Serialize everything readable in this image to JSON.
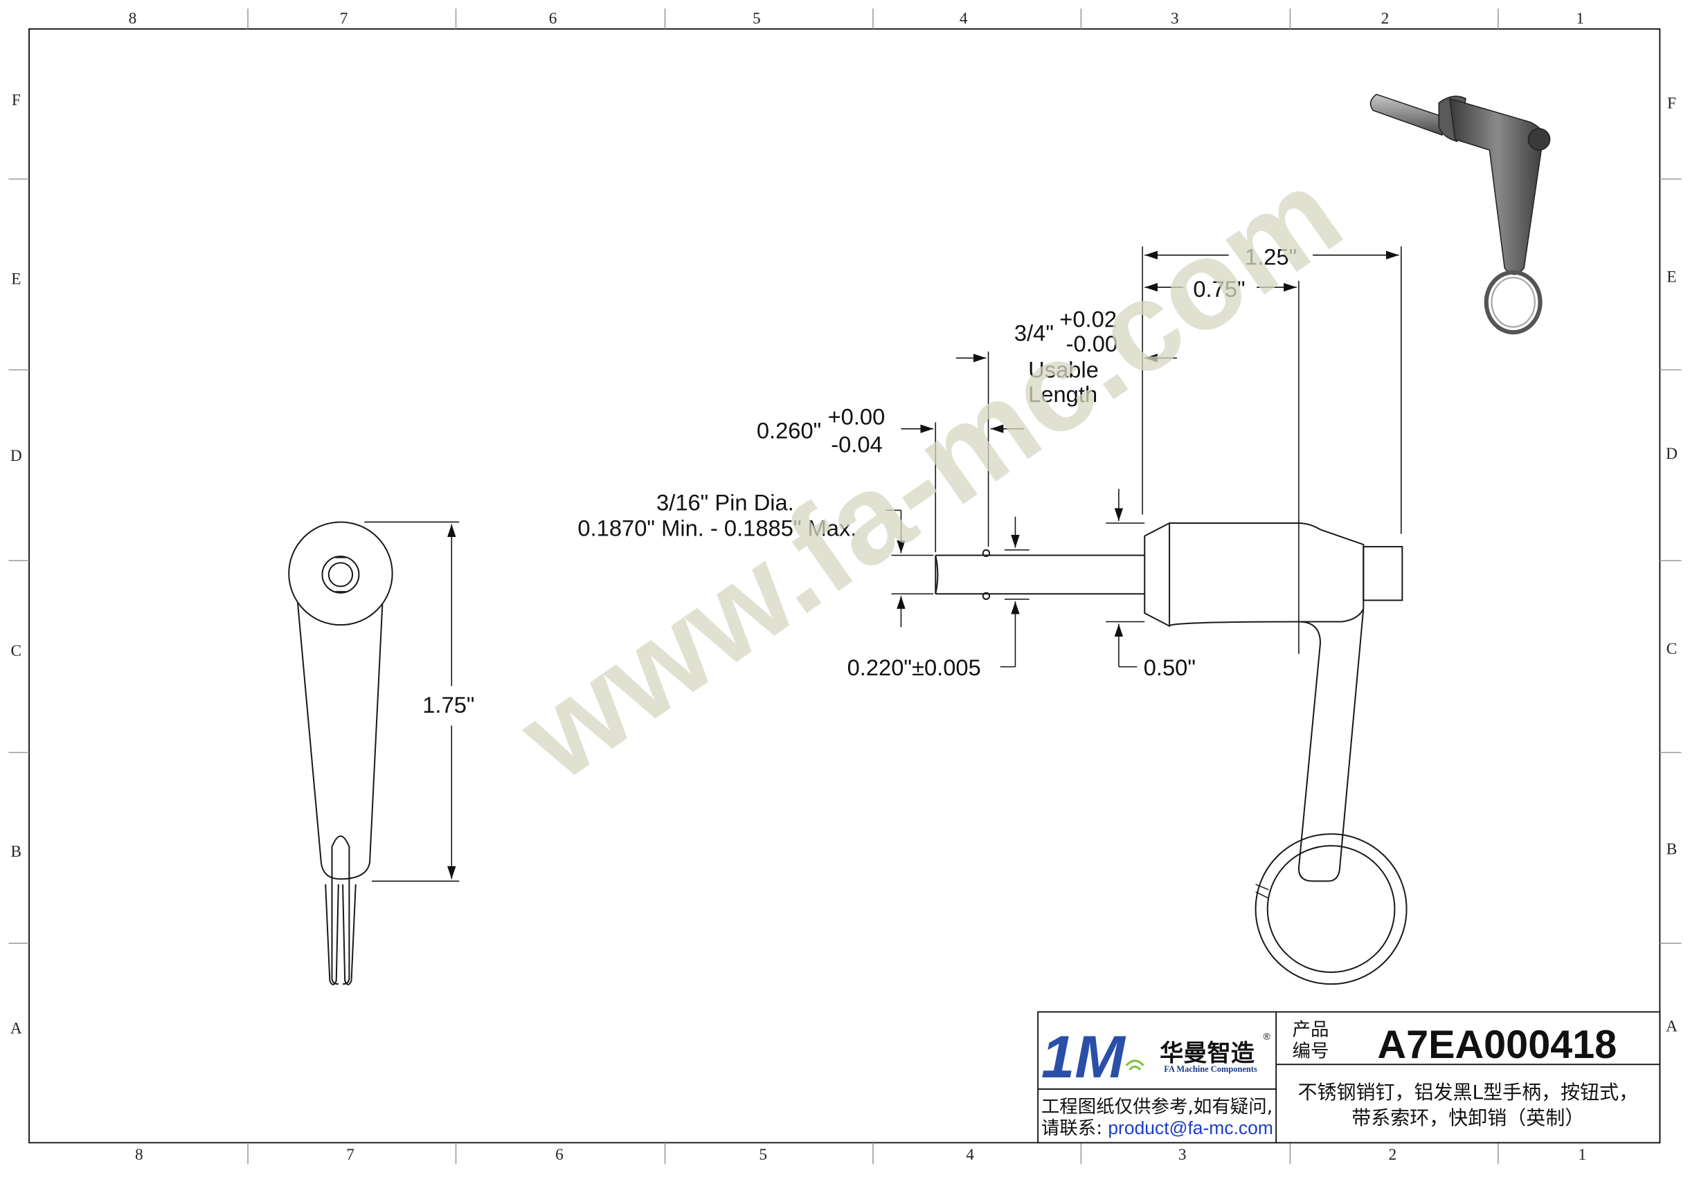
{
  "border": {
    "columns": [
      "8",
      "7",
      "6",
      "5",
      "4",
      "3",
      "2",
      "1"
    ],
    "rows": [
      "F",
      "E",
      "D",
      "C",
      "B",
      "A"
    ]
  },
  "watermark": "www.fa-mc.com",
  "dimensions": {
    "overall_length": "1.25\"",
    "usable_75": "0.75\"",
    "usable_nominal": "3/4\"",
    "usable_tol_plus": "+0.02",
    "usable_tol_minus": "-0.00",
    "usable_label_1": "Usable",
    "usable_label_2": "Length",
    "groove_nominal": "0.260\"",
    "groove_tol_plus": "+0.00",
    "groove_tol_minus": "-0.04",
    "pin_dia_line1": "3/16\" Pin Dia.",
    "pin_dia_line2": "0.1870\" Min. - 0.1885\" Max.",
    "ball_dia": "0.220\"±0.005",
    "shoulder_dia": "0.50\"",
    "side_height": "1.75\""
  },
  "title_block": {
    "logo_mark": "1M",
    "logo_registered": "®",
    "company_cn": "华曼智造",
    "company_en": "FA Machine Components",
    "disclaimer_line1": "工程图纸仅供参考,如有疑问,",
    "contact_label": "请联系:",
    "contact_email": "product@fa-mc.com",
    "product_code_label_1": "产品",
    "product_code_label_2": "编号",
    "product_code": "A7EA000418",
    "description_line1": "不锈钢销钉，铝发黑L型手柄，按钮式，",
    "description_line2": "带系索环，快卸销（英制）"
  },
  "colors": {
    "line": "#1a1a1a",
    "watermark": "#d8d8c4",
    "logo_green": "#7cc242",
    "logo_blue": "#2a4fa8",
    "email_link": "#1a3cc8"
  }
}
